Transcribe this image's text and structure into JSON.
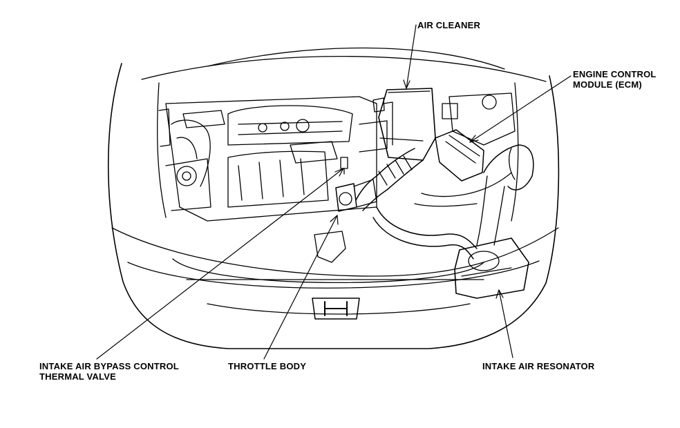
{
  "labels": {
    "air_cleaner": "AIR CLEANER",
    "ecm_line1": "ENGINE CONTROL",
    "ecm_line2": "MODULE (ECM)",
    "bypass_line1": "INTAKE AIR BYPASS CONTROL",
    "bypass_line2": "THERMAL VALVE",
    "throttle_body": "THROTTLE BODY",
    "resonator": "INTAKE AIR RESONATOR"
  },
  "colors": {
    "ink": "#000000",
    "background": "#ffffff"
  }
}
